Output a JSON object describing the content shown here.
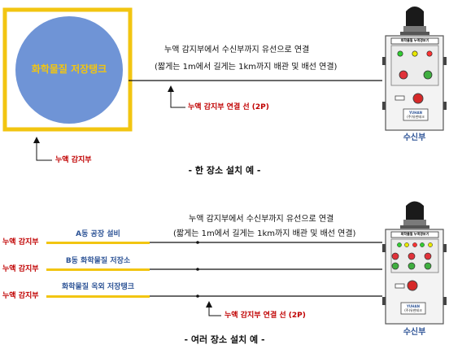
{
  "top": {
    "tank_label": "화학물질 저장탱크",
    "connection_line1": "누액 감지부에서 수신부까지 유선으로 연결",
    "connection_line2": "(짧게는 1m에서 길게는 1km까지 배관 및 배선 연결)",
    "cable_label": "누액 감지부 연결 선 (2P)",
    "sensor_label": "누액 감지부",
    "receiver_label": "수신부",
    "caption": "- 한 장소 설치 예 -",
    "panel_title": "화학물질 누액경보기",
    "panel_maker": "(주)유한테크"
  },
  "bottom": {
    "connection_line1": "누액 감지부에서 수신부까지 유선으로 연결",
    "connection_line2": "(짧게는 1m에서 길게는 1km까지 배관 및 배선 연결)",
    "cable_label": "누액 감지부 연결 선 (2P)",
    "receiver_label": "수신부",
    "caption": "- 여러 장소 설치 예 -",
    "panel_title": "화학물질 누액경보기",
    "panel_maker": "(주)유한테크",
    "sites": [
      {
        "sensor_label": "누액 감지부",
        "site_label": "A동 공장 설비"
      },
      {
        "sensor_label": "누액 감지부",
        "site_label": "B동 화학물질 저장소"
      },
      {
        "sensor_label": "누액 감지부",
        "site_label": "화학물질 옥외 저장탱크"
      }
    ]
  },
  "colors": {
    "tank_fill": "#6f94d6",
    "tank_frame": "#f2c511",
    "label_red": "#c00000",
    "label_blue": "#2f5597",
    "panel_body": "#f3f3f3"
  }
}
